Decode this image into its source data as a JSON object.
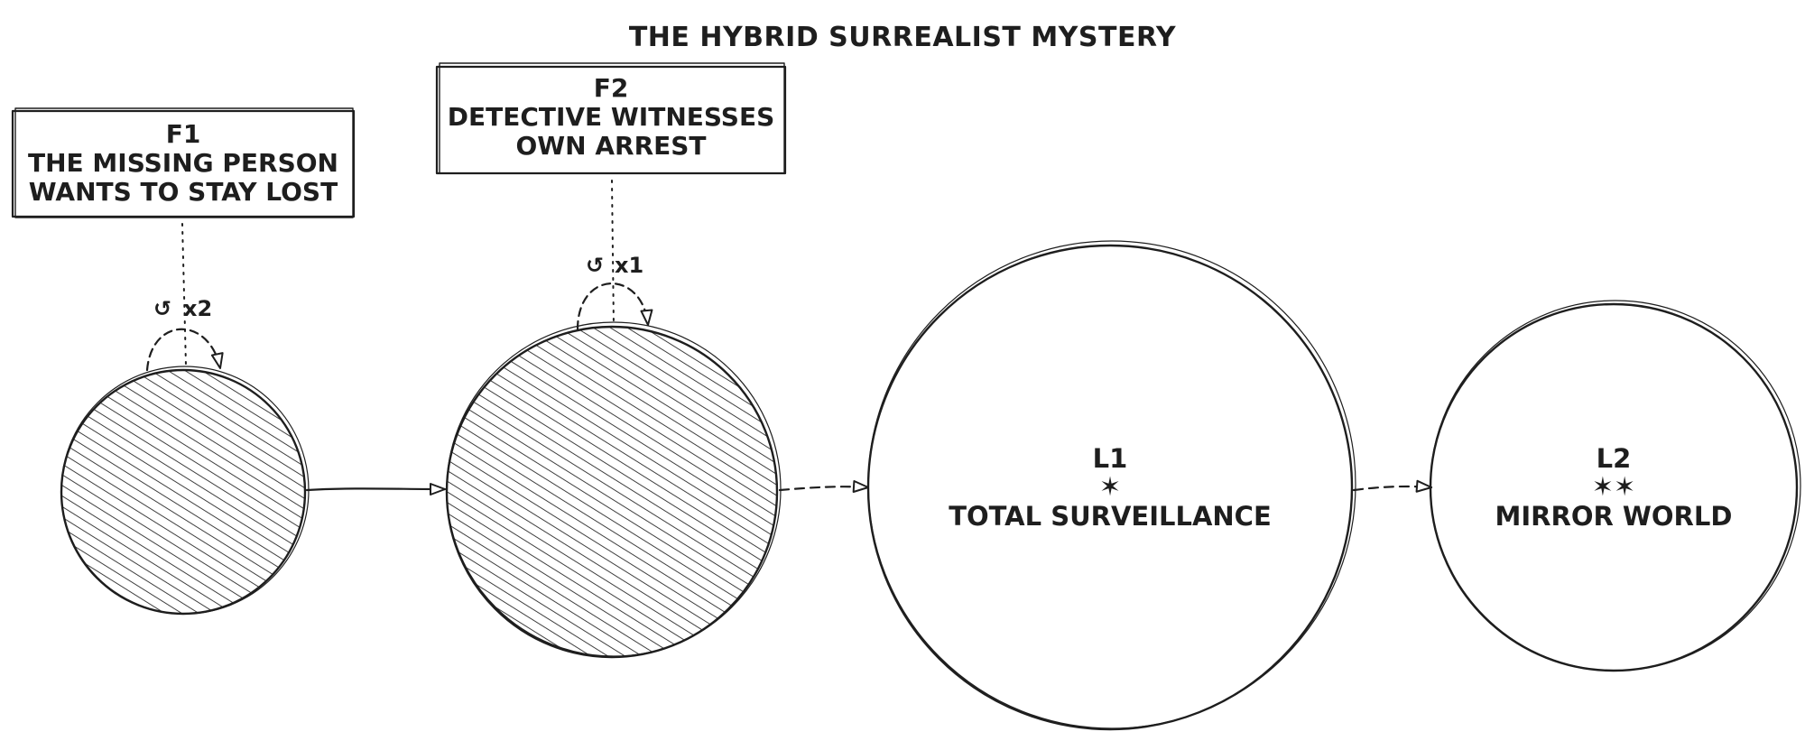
{
  "diagram": {
    "title": "THE HYBRID SURREALIST MYSTERY",
    "annotations": {
      "f1": {
        "code": "F1",
        "line1": "THE MISSING PERSON",
        "line2": "WANTS TO STAY LOST"
      },
      "f2": {
        "code": "F2",
        "line1": "DETECTIVE WITNESSES",
        "line2": "OWN ARREST"
      }
    },
    "repeats": {
      "r1": {
        "symbol": "↺",
        "count": "x2"
      },
      "r2": {
        "symbol": "↺",
        "count": "x1"
      }
    },
    "nodes": {
      "n1": {
        "filled": true
      },
      "n2": {
        "filled": true
      },
      "l1": {
        "code": "L1",
        "stars": "✶",
        "name": "TOTAL SURVEILLANCE"
      },
      "l2": {
        "code": "L2",
        "stars": "✶✶",
        "name": "MIRROR WORLD"
      }
    },
    "colors": {
      "ink": "#1e1e1e",
      "background": "#ffffff"
    }
  }
}
